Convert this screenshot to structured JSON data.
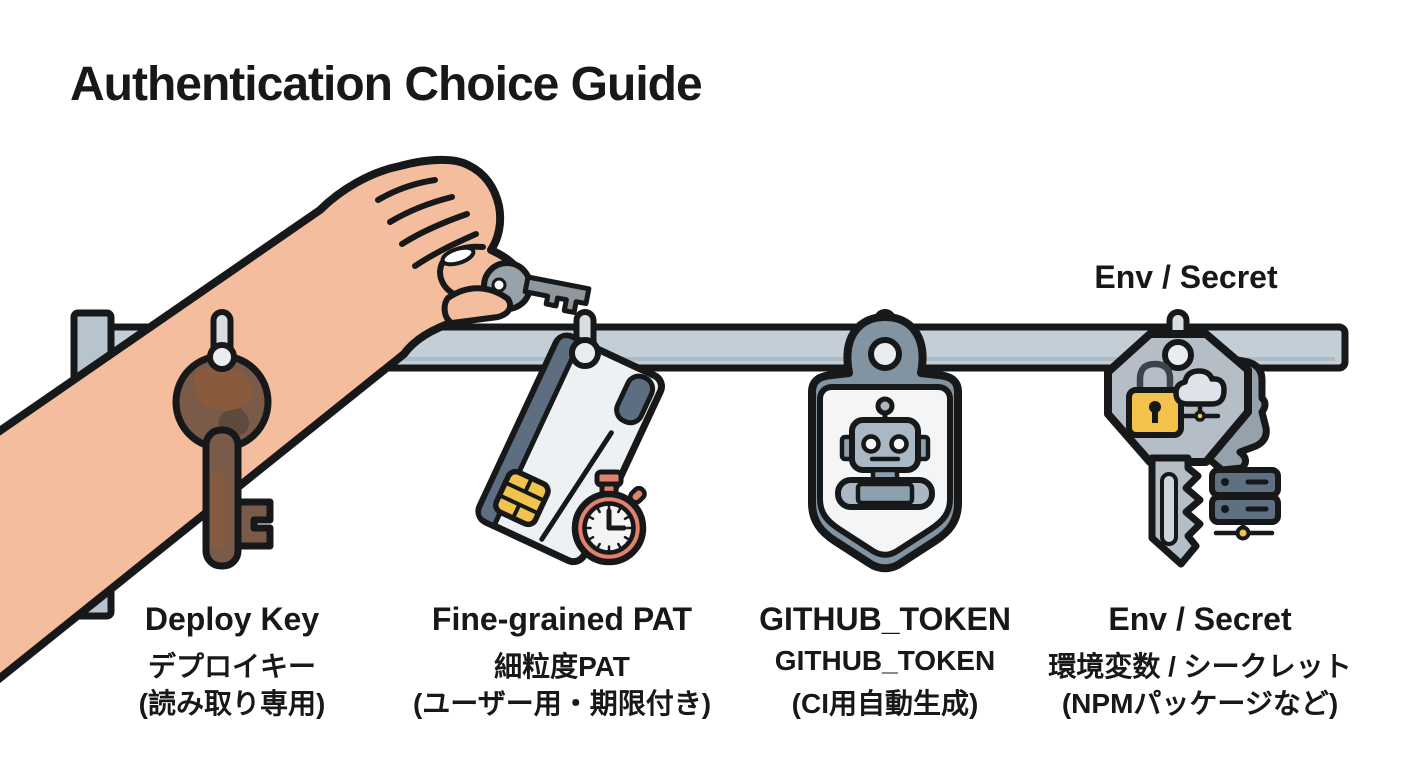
{
  "title": "Authentication Choice Guide",
  "rack_label": "Env / Secret",
  "columns": [
    {
      "en": "Deploy Key",
      "ja": "デプロイキー",
      "note": "(読み取り専用)",
      "icon": "deploy-key"
    },
    {
      "en": "Fine-grained PAT",
      "ja": "細粒度PAT",
      "note": "(ユーザー用・期限付き)",
      "icon": "credit-card-stopwatch"
    },
    {
      "en": "GITHUB_TOKEN",
      "ja": "GITHUB_TOKEN",
      "note": "(CI用自動生成)",
      "icon": "robot-badge"
    },
    {
      "en": "Env / Secret",
      "ja": "環境変数 / シークレット",
      "note": "(NPMパッケージなど)",
      "icon": "key-lock-cloud-server"
    }
  ],
  "icons": [
    "hand-picking-key-icon",
    "held-key-icon",
    "deploy-key-icon",
    "credit-card-icon",
    "stopwatch-icon",
    "robot-badge-icon",
    "robot-icon",
    "env-key-icon",
    "padlock-icon",
    "cloud-icon",
    "server-icon",
    "key-rack-rail"
  ],
  "colors": {
    "outline": "#17181a",
    "rail_gray": "#c3ced7",
    "skin": "#f4bd9d",
    "deploy_key_brown": "#7a5a49",
    "rust_brown": "#8f5c38",
    "card_white": "#eef1f3",
    "card_slate": "#5d6e80",
    "chip_gold": "#f1c44f",
    "stopwatch_salmon": "#e0826c",
    "badge_gray": "#8293a1",
    "robot_gray": "#a9b8c4",
    "key_gray": "#b5bec6",
    "lock_gold": "#f2c24d",
    "server_slate": "#5f7080",
    "network_node_gold": "#f2c24d"
  }
}
